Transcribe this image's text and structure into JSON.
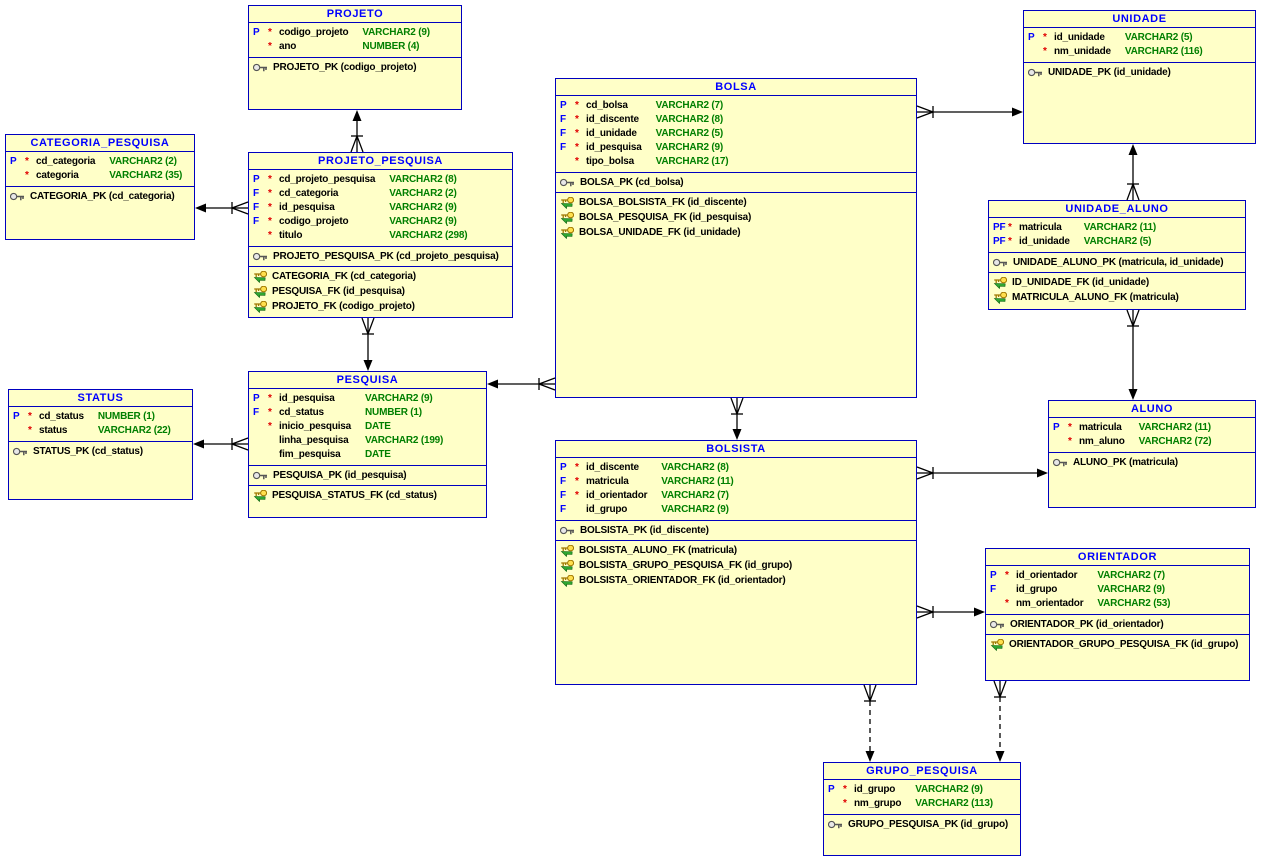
{
  "diagram": {
    "tables": [
      {
        "id": "projeto",
        "title": "PROJETO",
        "columns": [
          {
            "marker": "P",
            "req": "*",
            "name": "codigo_projeto",
            "type": "VARCHAR2 (9)"
          },
          {
            "marker": "",
            "req": "*",
            "name": "ano",
            "type": "NUMBER (4)"
          }
        ],
        "pk": [
          "PROJETO_PK (codigo_projeto)"
        ],
        "fks": []
      },
      {
        "id": "categoria_pesquisa",
        "title": "CATEGORIA_PESQUISA",
        "columns": [
          {
            "marker": "P",
            "req": "*",
            "name": "cd_categoria",
            "type": "VARCHAR2 (2)"
          },
          {
            "marker": "",
            "req": "*",
            "name": "categoria",
            "type": "VARCHAR2 (35)"
          }
        ],
        "pk": [
          "CATEGORIA_PK (cd_categoria)"
        ],
        "fks": []
      },
      {
        "id": "projeto_pesquisa",
        "title": "PROJETO_PESQUISA",
        "columns": [
          {
            "marker": "P",
            "req": "*",
            "name": "cd_projeto_pesquisa",
            "type": "VARCHAR2 (8)"
          },
          {
            "marker": "F",
            "req": "*",
            "name": "cd_categoria",
            "type": "VARCHAR2 (2)"
          },
          {
            "marker": "F",
            "req": "*",
            "name": "id_pesquisa",
            "type": "VARCHAR2 (9)"
          },
          {
            "marker": "F",
            "req": "*",
            "name": "codigo_projeto",
            "type": "VARCHAR2 (9)"
          },
          {
            "marker": "",
            "req": "*",
            "name": "titulo",
            "type": "VARCHAR2 (298)"
          }
        ],
        "pk": [
          "PROJETO_PESQUISA_PK (cd_projeto_pesquisa)"
        ],
        "fks": [
          "CATEGORIA_FK (cd_categoria)",
          "PESQUISA_FK (id_pesquisa)",
          "PROJETO_FK (codigo_projeto)"
        ]
      },
      {
        "id": "status",
        "title": "STATUS",
        "columns": [
          {
            "marker": "P",
            "req": "*",
            "name": "cd_status",
            "type": "NUMBER (1)"
          },
          {
            "marker": "",
            "req": "*",
            "name": "status",
            "type": "VARCHAR2 (22)"
          }
        ],
        "pk": [
          "STATUS_PK (cd_status)"
        ],
        "fks": []
      },
      {
        "id": "pesquisa",
        "title": "PESQUISA",
        "columns": [
          {
            "marker": "P",
            "req": "*",
            "name": "id_pesquisa",
            "type": "VARCHAR2 (9)"
          },
          {
            "marker": "F",
            "req": "*",
            "name": "cd_status",
            "type": "NUMBER (1)"
          },
          {
            "marker": "",
            "req": "*",
            "name": "inicio_pesquisa",
            "type": "DATE"
          },
          {
            "marker": "",
            "req": "",
            "name": "linha_pesquisa",
            "type": "VARCHAR2 (199)"
          },
          {
            "marker": "",
            "req": "",
            "name": "fim_pesquisa",
            "type": "DATE"
          }
        ],
        "pk": [
          "PESQUISA_PK (id_pesquisa)"
        ],
        "fks": [
          "PESQUISA_STATUS_FK (cd_status)"
        ]
      },
      {
        "id": "bolsa",
        "title": "BOLSA",
        "columns": [
          {
            "marker": "P",
            "req": "*",
            "name": "cd_bolsa",
            "type": "VARCHAR2 (7)"
          },
          {
            "marker": "F",
            "req": "*",
            "name": "id_discente",
            "type": "VARCHAR2 (8)"
          },
          {
            "marker": "F",
            "req": "*",
            "name": "id_unidade",
            "type": "VARCHAR2 (5)"
          },
          {
            "marker": "F",
            "req": "*",
            "name": "id_pesquisa",
            "type": "VARCHAR2 (9)"
          },
          {
            "marker": "",
            "req": "*",
            "name": "tipo_bolsa",
            "type": "VARCHAR2 (17)"
          }
        ],
        "pk": [
          "BOLSA_PK (cd_bolsa)"
        ],
        "fks": [
          "BOLSA_BOLSISTA_FK (id_discente)",
          "BOLSA_PESQUISA_FK (id_pesquisa)",
          "BOLSA_UNIDADE_FK (id_unidade)"
        ]
      },
      {
        "id": "unidade",
        "title": "UNIDADE",
        "columns": [
          {
            "marker": "P",
            "req": "*",
            "name": "id_unidade",
            "type": "VARCHAR2 (5)"
          },
          {
            "marker": "",
            "req": "*",
            "name": "nm_unidade",
            "type": "VARCHAR2 (116)"
          }
        ],
        "pk": [
          "UNIDADE_PK (id_unidade)"
        ],
        "fks": []
      },
      {
        "id": "unidade_aluno",
        "title": "UNIDADE_ALUNO",
        "columns": [
          {
            "marker": "PF",
            "req": "*",
            "name": "matricula",
            "type": "VARCHAR2 (11)"
          },
          {
            "marker": "PF",
            "req": "*",
            "name": "id_unidade",
            "type": "VARCHAR2 (5)"
          }
        ],
        "pk": [
          "UNIDADE_ALUNO_PK (matricula, id_unidade)"
        ],
        "fks": [
          "ID_UNIDADE_FK (id_unidade)",
          "MATRICULA_ALUNO_FK (matricula)"
        ]
      },
      {
        "id": "aluno",
        "title": "ALUNO",
        "columns": [
          {
            "marker": "P",
            "req": "*",
            "name": "matricula",
            "type": "VARCHAR2 (11)"
          },
          {
            "marker": "",
            "req": "*",
            "name": "nm_aluno",
            "type": "VARCHAR2 (72)"
          }
        ],
        "pk": [
          "ALUNO_PK (matricula)"
        ],
        "fks": []
      },
      {
        "id": "bolsista",
        "title": "BOLSISTA",
        "columns": [
          {
            "marker": "P",
            "req": "*",
            "name": "id_discente",
            "type": "VARCHAR2 (8)"
          },
          {
            "marker": "F",
            "req": "*",
            "name": "matricula",
            "type": "VARCHAR2 (11)"
          },
          {
            "marker": "F",
            "req": "*",
            "name": "id_orientador",
            "type": "VARCHAR2 (7)"
          },
          {
            "marker": "F",
            "req": "",
            "name": "id_grupo",
            "type": "VARCHAR2 (9)"
          }
        ],
        "pk": [
          "BOLSISTA_PK (id_discente)"
        ],
        "fks": [
          "BOLSISTA_ALUNO_FK (matricula)",
          "BOLSISTA_GRUPO_PESQUISA_FK (id_grupo)",
          "BOLSISTA_ORIENTADOR_FK (id_orientador)"
        ]
      },
      {
        "id": "orientador",
        "title": "ORIENTADOR",
        "columns": [
          {
            "marker": "P",
            "req": "*",
            "name": "id_orientador",
            "type": "VARCHAR2 (7)"
          },
          {
            "marker": "F",
            "req": "",
            "name": "id_grupo",
            "type": "VARCHAR2 (9)"
          },
          {
            "marker": "",
            "req": "*",
            "name": "nm_orientador",
            "type": "VARCHAR2 (53)"
          }
        ],
        "pk": [
          "ORIENTADOR_PK (id_orientador)"
        ],
        "fks": [
          "ORIENTADOR_GRUPO_PESQUISA_FK (id_grupo)"
        ]
      },
      {
        "id": "grupo_pesquisa",
        "title": "GRUPO_PESQUISA",
        "columns": [
          {
            "marker": "P",
            "req": "*",
            "name": "id_grupo",
            "type": "VARCHAR2 (9)"
          },
          {
            "marker": "",
            "req": "*",
            "name": "nm_grupo",
            "type": "VARCHAR2 (113)"
          }
        ],
        "pk": [
          "GRUPO_PESQUISA_PK (id_grupo)"
        ],
        "fks": []
      }
    ],
    "relationships": [
      {
        "from": "PROJETO_PESQUISA",
        "to": "PROJETO",
        "line": "solid"
      },
      {
        "from": "PROJETO_PESQUISA",
        "to": "CATEGORIA_PESQUISA",
        "line": "solid"
      },
      {
        "from": "PROJETO_PESQUISA",
        "to": "PESQUISA",
        "line": "solid"
      },
      {
        "from": "BOLSA",
        "to": "PESQUISA",
        "line": "solid"
      },
      {
        "from": "PESQUISA",
        "to": "STATUS",
        "line": "solid"
      },
      {
        "from": "BOLSA",
        "to": "UNIDADE",
        "line": "solid"
      },
      {
        "from": "BOLSA",
        "to": "BOLSISTA",
        "line": "solid"
      },
      {
        "from": "UNIDADE_ALUNO",
        "to": "UNIDADE",
        "line": "solid"
      },
      {
        "from": "UNIDADE_ALUNO",
        "to": "ALUNO",
        "line": "solid"
      },
      {
        "from": "BOLSISTA",
        "to": "ALUNO",
        "line": "solid"
      },
      {
        "from": "BOLSISTA",
        "to": "ORIENTADOR",
        "line": "solid"
      },
      {
        "from": "BOLSISTA",
        "to": "GRUPO_PESQUISA",
        "line": "dashed"
      },
      {
        "from": "ORIENTADOR",
        "to": "GRUPO_PESQUISA",
        "line": "dashed"
      }
    ],
    "colors": {
      "table_fill": "#FFFFC8",
      "table_border": "#0000C0",
      "title_text": "#0000FF",
      "type_text": "#007F00",
      "marker_text": "#0000FF",
      "required_text": "#E00000",
      "relationship_line": "#000000"
    }
  }
}
